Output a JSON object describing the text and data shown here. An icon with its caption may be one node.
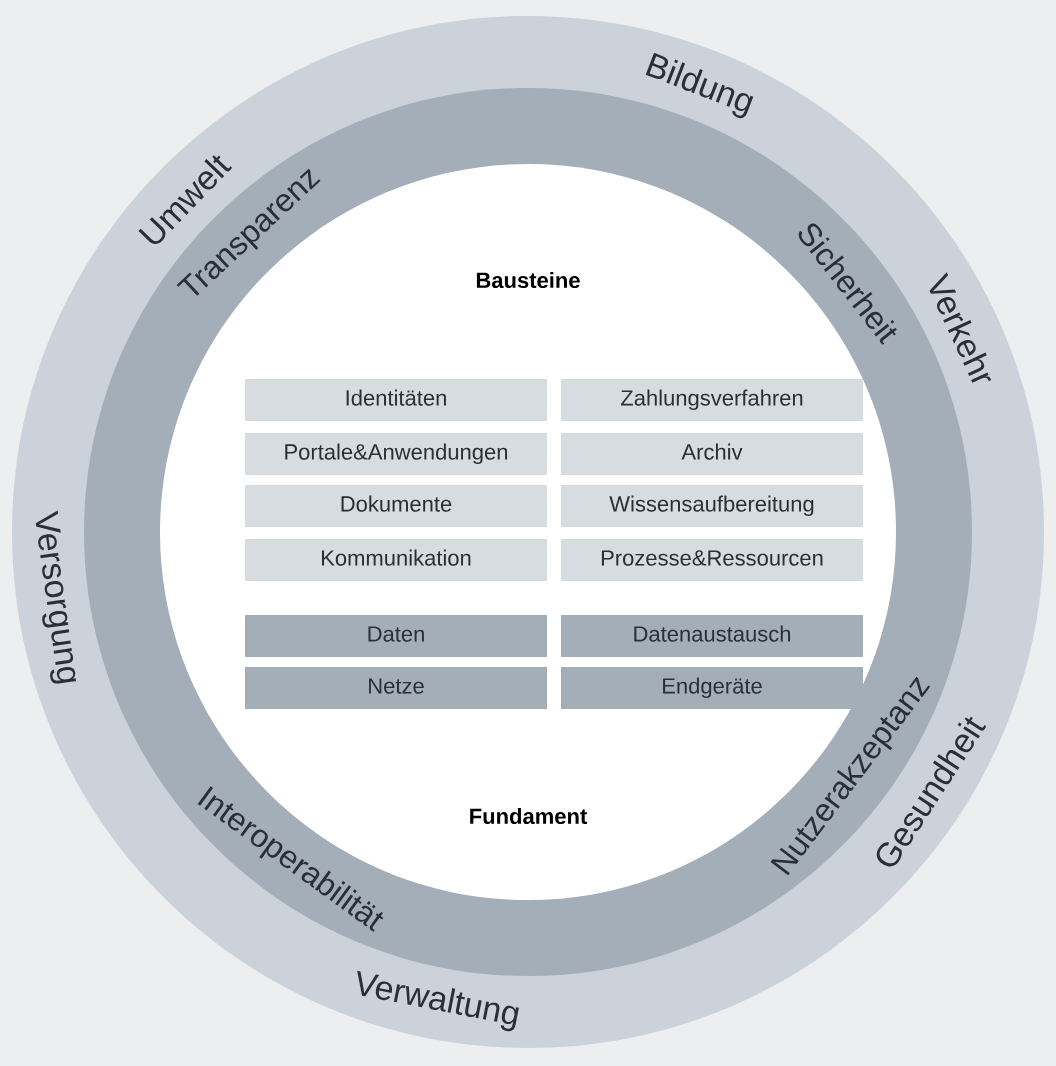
{
  "diagram": {
    "nodes": [
      {
        "text": [
          "Umwelt",
          "Bildung",
          "Verkehr",
          "Gesundheit",
          "Verwaltung",
          "Versorgung"
        ]
      },
      {
        "text": [
          "Transparenz",
          "Sicherheit",
          "Nutzerakzeptanz",
          "Interoperabilität"
        ],
        "in": 0
      },
      {
        "text": [
          "Bausteine",
          "Fundament"
        ],
        "in": 1
      },
      {
        "text": [
          "Identitäten"
        ],
        "in": 2
      },
      {
        "text": [
          "Zahlungsverfahren"
        ],
        "in": 2
      },
      {
        "text": [
          "Portale&Anwendungen"
        ],
        "in": 2
      },
      {
        "text": [
          "Archiv"
        ],
        "in": 2
      },
      {
        "text": [
          "Dokumente"
        ],
        "in": 2
      },
      {
        "text": [
          "Wissensaufbereitung"
        ],
        "in": 2
      },
      {
        "text": [
          "Kommunikation"
        ],
        "in": 2
      },
      {
        "text": [
          "Prozesse&Ressourcen"
        ],
        "in": 2
      },
      {
        "text": [
          "Daten"
        ],
        "in": 2
      },
      {
        "text": [
          "Datenaustausch"
        ],
        "in": 2
      },
      {
        "text": [
          "Netze"
        ],
        "in": 2
      },
      {
        "text": [
          "Endgeräte"
        ],
        "in": 2
      }
    ]
  }
}
